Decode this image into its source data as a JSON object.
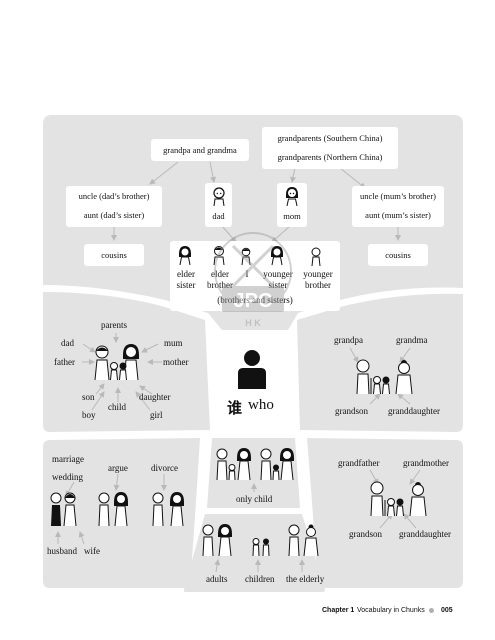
{
  "top": {
    "grandpa_grandma": "grandpa and grandma",
    "grandparents_south": "grandparents (Southern China)",
    "grandparents_north": "grandparents (Northern China)",
    "uncle_dad": "uncle (dad’s brother)",
    "aunt_dad": "aunt (dad’s sister)",
    "dad": "dad",
    "mom": "mom",
    "uncle_mum": "uncle (mum’s brother)",
    "aunt_mum": "aunt (mum’s sister)",
    "cousins_left": "cousins",
    "cousins_right": "cousins",
    "siblings": {
      "elder_sister": [
        "elder",
        "sister"
      ],
      "elder_brother": [
        "elder",
        "brother"
      ],
      "me": "I",
      "younger_sister": [
        "younger",
        "sister"
      ],
      "younger_brother": [
        "younger",
        "brother"
      ],
      "group": "(brothers and sisters)"
    }
  },
  "left_mid": {
    "parents": "parents",
    "dad": "dad",
    "mum": "mum",
    "father": "father",
    "mother": "mother",
    "son": "son",
    "daughter": "daughter",
    "child": "child",
    "boy": "boy",
    "girl": "girl"
  },
  "center": {
    "chinese": "谁",
    "english": "who"
  },
  "right_mid": {
    "grandpa": "grandpa",
    "grandma": "grandma",
    "grandson": "grandson",
    "granddaughter": "granddaughter"
  },
  "left_bottom": {
    "marriage": "marriage",
    "wedding": "wedding",
    "argue": "argue",
    "divorce": "divorce",
    "husband": "husband",
    "wife": "wife"
  },
  "center_bottom": {
    "only_child": "only child",
    "adults": "adults",
    "children": "children",
    "elderly": "the elderly"
  },
  "right_bottom": {
    "grandfather": "grandfather",
    "grandmother": "grandmother",
    "grandson": "grandson",
    "granddaughter": "granddaughter"
  },
  "watermark": {
    "line1": "JPC",
    "line2": "H K"
  },
  "footer": {
    "chapter": "Chapter 1",
    "title": "Vocabulary in Chunks",
    "page": "005"
  },
  "colors": {
    "panel": "#e3e3e3",
    "arrow": "#b9b9b9",
    "text": "#111111"
  }
}
